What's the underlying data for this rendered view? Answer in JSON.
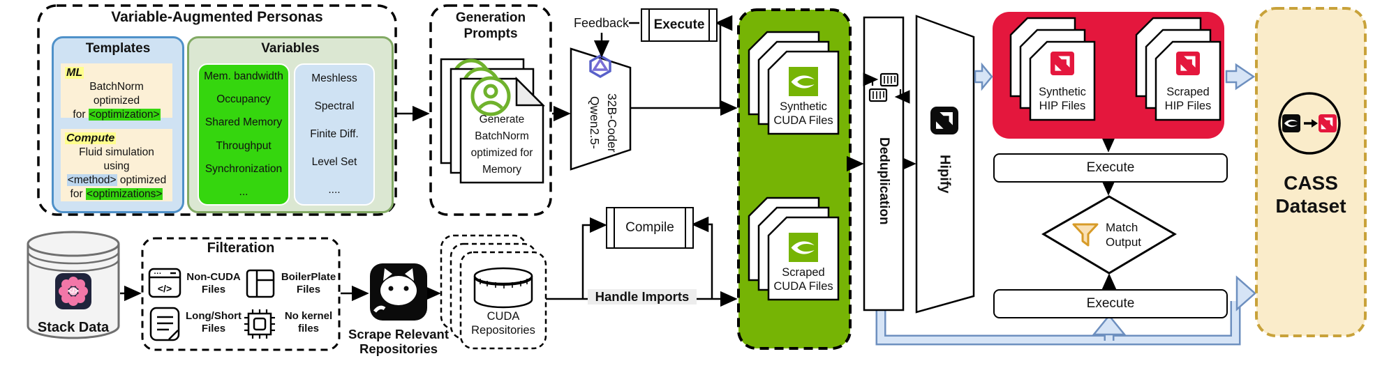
{
  "colors": {
    "nvidia_green": "#76b405",
    "amd_red": "#e4173d",
    "cass_fill": "#faecca",
    "cass_border": "#c8a23a",
    "flow_blue_fill": "#d6e4f6",
    "flow_blue_stroke": "#6d8fbf",
    "highlight_green": "#35d60e",
    "highlight_yellow": "#ffff8c",
    "highlight_blue": "#bdd7ee",
    "card_cream": "#fcf0d6",
    "panel_blue": "#cfe2f3",
    "funnel_orange": "#d79b28"
  },
  "icons": {
    "code_glyph": "</>",
    "window_dots": "···"
  },
  "personas": {
    "title": "Variable-Augmented Personas",
    "templates": {
      "title": "Templates",
      "ml": {
        "tag": "ML",
        "line1": "BatchNorm optimized",
        "line2_pre": "for ",
        "line2_hl": "<optimization>"
      },
      "compute": {
        "tag": "Compute",
        "line1": "Fluid simulation using",
        "line2_hl": "<method>",
        "line2_post": " optimized",
        "line3_pre": "for ",
        "line3_hl": "<optimizations>"
      }
    },
    "variables": {
      "title": "Variables",
      "green_items": [
        "Mem. bandwidth",
        "Occupancy",
        "Shared Memory",
        "Throughput",
        "Synchronization",
        "..."
      ],
      "blue_items": [
        "Meshless",
        "Spectral",
        "Finite Diff.",
        "Level Set",
        "...."
      ]
    }
  },
  "generation": {
    "title": "Generation\nPrompts",
    "doc_text": "Generate\nBatchNorm\noptimized for\nMemory"
  },
  "qwen": {
    "label": "Qwen2.5-\n32B-Coder"
  },
  "feedback": {
    "label": "Feedback",
    "execute_label": "Execute"
  },
  "cuda_files": {
    "synthetic": "Synthetic\nCUDA Files",
    "scraped": "Scraped\nCUDA Files"
  },
  "dedup": {
    "label": "Deduplication"
  },
  "hipify": {
    "label": "Hipify"
  },
  "hip_files": {
    "synthetic": "Synthetic\nHIP Files",
    "scraped": "Scraped\nHIP Files"
  },
  "pipeline": {
    "execute_upper": "Execute",
    "match_label": "Match\nOutput",
    "execute_lower": "Execute"
  },
  "cass": {
    "title": "CASS\nDataset"
  },
  "stack": {
    "label": "Stack Data"
  },
  "filteration": {
    "title": "Filteration",
    "items": [
      {
        "label": "Non-CUDA\nFiles"
      },
      {
        "label": "BoilerPlate\nFiles"
      },
      {
        "label": "Long/Short\nFiles"
      },
      {
        "label": "No kernel\nfiles"
      }
    ]
  },
  "scrape": {
    "label": "Scrape Relevant\nRepositories"
  },
  "repos": {
    "label": "CUDA\nRepositories"
  },
  "compile": {
    "label": "Compile"
  },
  "imports": {
    "label": "Handle Imports"
  }
}
